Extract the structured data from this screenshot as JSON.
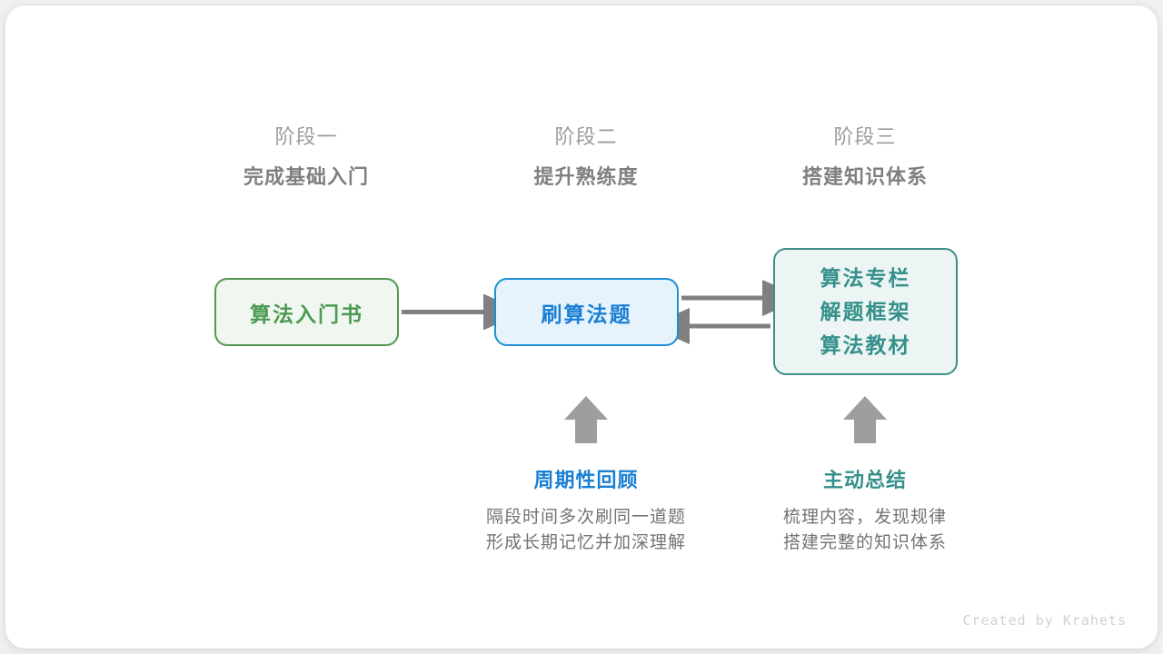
{
  "canvas": {
    "background": "#f0f0f0",
    "card_background": "#ffffff"
  },
  "colors": {
    "green": "#4c9a52",
    "green_border": "#52984f",
    "green_fill": "#f0f7f0",
    "blue": "#1a7fd4",
    "blue_border": "#1e8fd5",
    "blue_fill": "#e6f3fc",
    "teal": "#35908a",
    "teal_border": "#3d8f89",
    "teal_fill": "#ecf5f4",
    "arrow_gray": "#808080",
    "up_arrow_gray": "#9e9e9e",
    "header_kicker_gray": "#9b9b9b",
    "header_title_gray": "#7f7f7f",
    "body_gray": "#737373",
    "watermark_gray": "#d2d2d2"
  },
  "stages": [
    {
      "kicker": "阶段一",
      "title": "完成基础入门"
    },
    {
      "kicker": "阶段二",
      "title": "提升熟练度"
    },
    {
      "kicker": "阶段三",
      "title": "搭建知识体系"
    }
  ],
  "nodes": {
    "book": {
      "label": "算法入门书"
    },
    "practice": {
      "label": "刷算法题"
    },
    "system": {
      "lines": [
        "算法专栏",
        "解题框架",
        "算法教材"
      ]
    }
  },
  "annotations": [
    {
      "title": "周期性回顾",
      "desc_lines": [
        "隔段时间多次刷同一道题",
        "形成长期记忆并加深理解"
      ]
    },
    {
      "title": "主动总结",
      "desc_lines": [
        "梳理内容，发现规律",
        "搭建完整的知识体系"
      ]
    }
  ],
  "watermark": "Created by Krahets"
}
